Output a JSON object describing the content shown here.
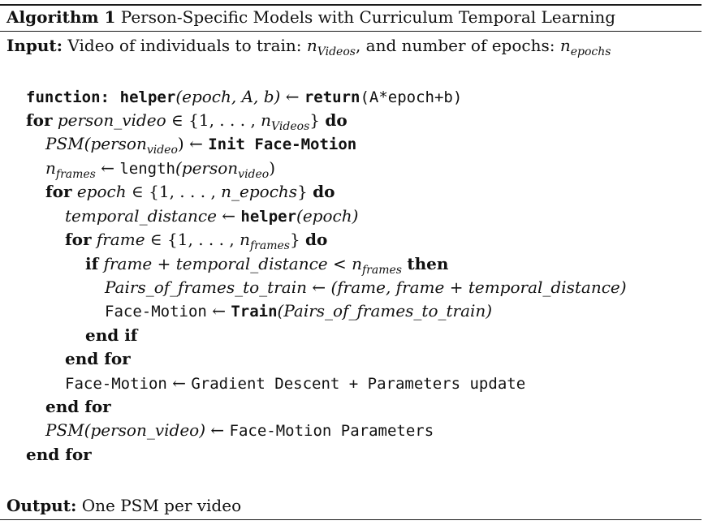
{
  "caption": {
    "label": "Algorithm 1",
    "title": "Person-Specific Models with Curriculum Temporal Learning"
  },
  "input": {
    "label": "Input:",
    "text_a": "Video of individuals to train: ",
    "n_var": "n",
    "n_sub": "Videos",
    "text_b": ", and number of epochs: ",
    "e_var": "n",
    "e_sub": "epochs"
  },
  "code": {
    "l1": {
      "kw": "function:",
      "name": "helper",
      "args": "(epoch, A, b)",
      "arrow": "←",
      "ret": "return",
      "expr": "(A*epoch+b)"
    },
    "l2": {
      "kw": "for",
      "var": "person_video",
      "set": "∈ {1, . . . , ",
      "n": "n",
      "n_sub": "Videos",
      "close": "}",
      "do": "do"
    },
    "l3": {
      "psm": "PSM",
      "arg": "(person",
      "arg_sub": "video",
      "close": ")",
      "arrow": "←",
      "init": "Init Face-Motion"
    },
    "l4": {
      "n": "n",
      "n_sub": "frames",
      "arrow": "←",
      "fn": "length",
      "arg": "(person",
      "arg_sub": "video",
      "close": ")"
    },
    "l5": {
      "kw": "for",
      "var": "epoch",
      "set": "∈ {1, . . . , ",
      "n": "n_epochs",
      "close": "}",
      "do": "do"
    },
    "l6": {
      "var": "temporal_distance",
      "arrow": "←",
      "fn": "helper",
      "arg": "(epoch)"
    },
    "l7": {
      "kw": "for",
      "var": "frame",
      "set": "∈ {1, . . . , ",
      "n": "n",
      "n_sub": "frames",
      "close": "}",
      "do": "do"
    },
    "l8": {
      "kw": "if",
      "expr": "frame + temporal_distance < ",
      "n": "n",
      "n_sub": "frames",
      "then": "then"
    },
    "l9": {
      "var": "Pairs_of_frames_to_train",
      "arrow": "← ",
      "expr": "(frame, frame + temporal_distance)"
    },
    "l10": {
      "var": "Face-Motion",
      "arrow": "←",
      "fn": "Train",
      "arg": "(Pairs_of_frames_to_train)"
    },
    "l11": {
      "kw": "end if"
    },
    "l12": {
      "kw": "end for"
    },
    "l13": {
      "var": "Face-Motion",
      "arrow": "←",
      "rest": "Gradient Descent + Parameters update"
    },
    "l14": {
      "kw": "end for"
    },
    "l15": {
      "psm": "PSM",
      "arg": "(person_video)",
      "arrow": "←",
      "rest": "Face-Motion Parameters"
    },
    "l16": {
      "kw": "end for"
    }
  },
  "output": {
    "label": "Output:",
    "text": "One PSM per video"
  }
}
